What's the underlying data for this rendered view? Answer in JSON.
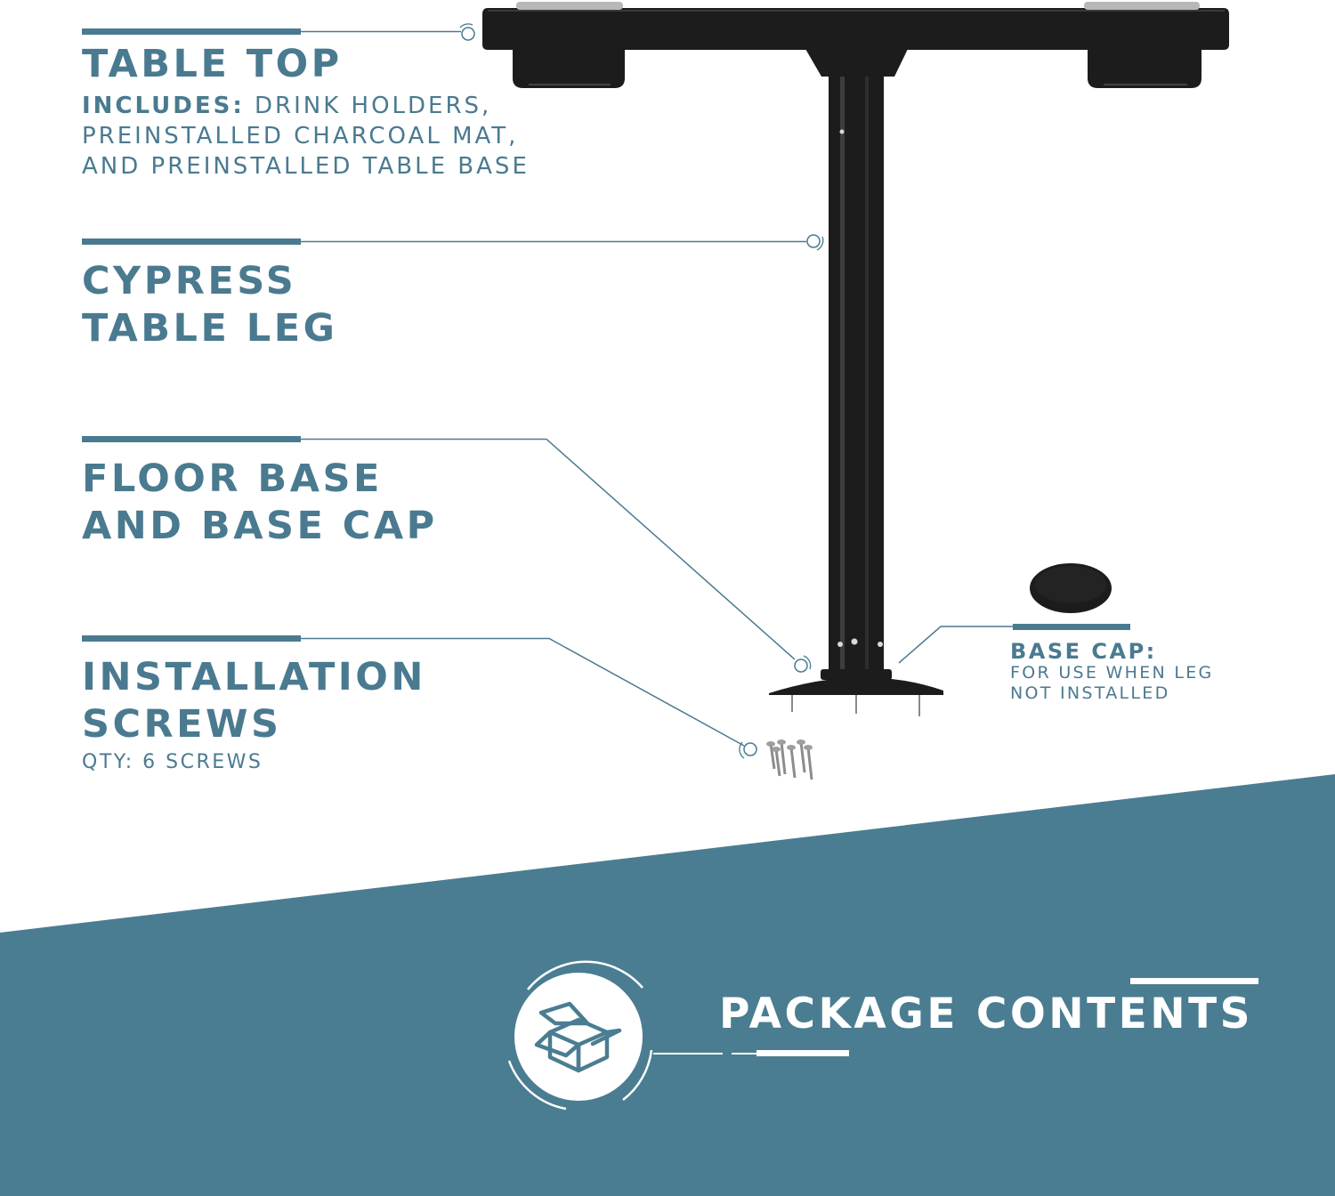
{
  "colors": {
    "accent": "#4a7a8f",
    "band": "#4a7d91",
    "product": "#1c1c1c",
    "background": "#ffffff"
  },
  "callouts": [
    {
      "id": "table-top",
      "title": "TABLE TOP",
      "detail_key": "INCLUDES:",
      "detail_lines": [
        "DRINK HOLDERS,",
        "PREINSTALLED CHARCOAL MAT,",
        "AND PREINSTALLED TABLE BASE"
      ]
    },
    {
      "id": "table-leg",
      "title_lines": [
        "CYPRESS",
        "TABLE LEG"
      ]
    },
    {
      "id": "floor-base",
      "title_lines": [
        "FLOOR BASE",
        "AND BASE CAP"
      ]
    },
    {
      "id": "screws",
      "title_lines": [
        "INSTALLATION",
        "SCREWS"
      ],
      "detail": "QTY: 6 SCREWS"
    }
  ],
  "base_cap": {
    "title": "BASE CAP:",
    "detail_lines": [
      "FOR USE WHEN LEG",
      "NOT INSTALLED"
    ]
  },
  "footer": {
    "title": "PACKAGE CONTENTS",
    "icon": "box-icon"
  }
}
